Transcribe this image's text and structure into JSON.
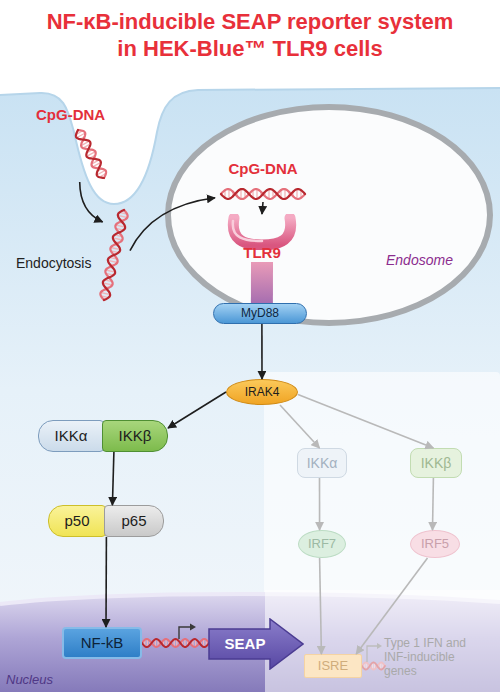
{
  "diagram": {
    "title": "NF-κB-inducible SEAP reporter system in HEK-Blue™ TLR9 cells",
    "nodes": [
      {
        "text": [
          "CpG-DNA"
        ]
      },
      {
        "text": [
          "Endocytosis"
        ]
      },
      {
        "text": [
          "Endosome"
        ]
      },
      {
        "text": [
          "CpG-DNA"
        ],
        "in": 2
      },
      {
        "text": [
          "TLR9"
        ],
        "in": 2
      },
      {
        "text": [
          "MyD88"
        ]
      },
      {
        "text": [
          "IRAK4"
        ]
      },
      {
        "text": [
          "IKKα"
        ]
      },
      {
        "text": [
          "IKKβ"
        ]
      },
      {
        "text": [
          "p50"
        ]
      },
      {
        "text": [
          "p65"
        ]
      },
      {
        "text": [
          "IKKα"
        ]
      },
      {
        "text": [
          "IKKβ"
        ]
      },
      {
        "text": [
          "IRF7"
        ]
      },
      {
        "text": [
          "IRF5"
        ]
      },
      {
        "text": [
          "Nucleus"
        ]
      },
      {
        "text": [
          "NF-kB"
        ],
        "in": 15
      },
      {
        "text": [
          "SEAP"
        ],
        "in": 15
      },
      {
        "text": [
          "ISRE"
        ],
        "in": 15
      }
    ],
    "edges": [
      {
        "from": 0,
        "to": 1,
        "arrow": "to"
      },
      {
        "from": 1,
        "to": 3,
        "arrow": "to"
      },
      {
        "from": 3,
        "to": 4,
        "arrow": "to"
      },
      {
        "from": 4,
        "to": 5,
        "arrow": "none"
      },
      {
        "from": 5,
        "to": 6,
        "arrow": "to"
      },
      {
        "from": 6,
        "to": 8,
        "arrow": "to"
      },
      {
        "from": 8,
        "to": 10,
        "arrow": "to"
      },
      {
        "from": 10,
        "to": 16,
        "arrow": "to"
      },
      {
        "from": 6,
        "to": 11,
        "arrow": "to"
      },
      {
        "from": 6,
        "to": 12,
        "arrow": "to"
      },
      {
        "from": 11,
        "to": 13,
        "arrow": "to"
      },
      {
        "from": 12,
        "to": 14,
        "arrow": "to"
      },
      {
        "from": 13,
        "to": 18,
        "arrow": "to"
      },
      {
        "from": 14,
        "to": 18,
        "arrow": "to"
      }
    ],
    "labels": [
      "Type 1 IFN and INF-inducible genes"
    ]
  }
}
